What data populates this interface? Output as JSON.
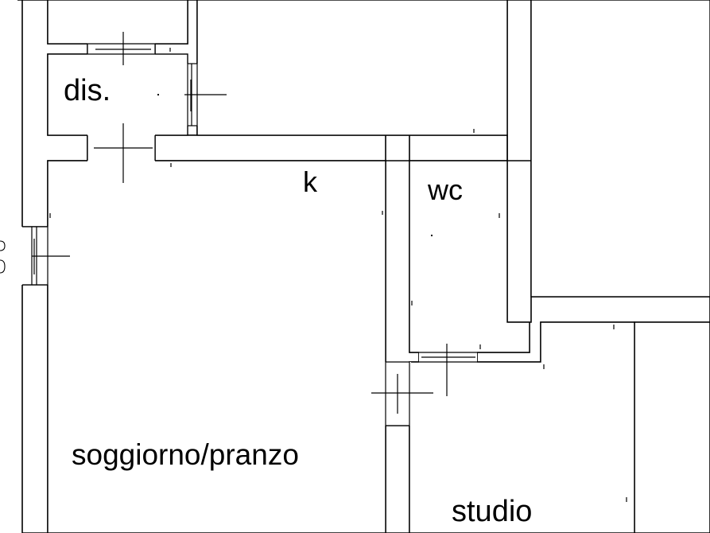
{
  "rooms": {
    "dis": "dis.",
    "k": "k",
    "wc": "wc",
    "soggiorno": "soggiorno/pranzo",
    "studio": "studio"
  },
  "colors": {
    "wall_outline": "#000000",
    "background": "#ffffff"
  }
}
